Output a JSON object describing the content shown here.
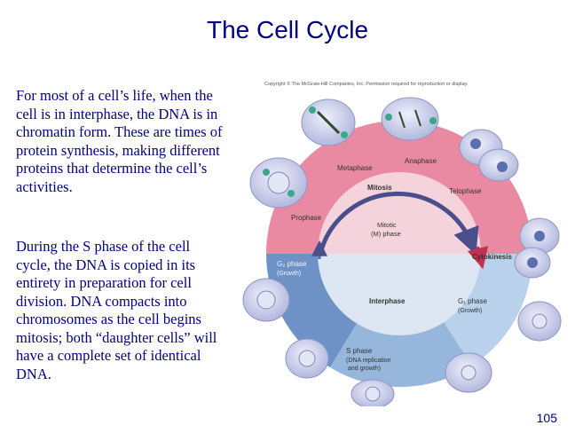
{
  "slide": {
    "title": "The Cell Cycle",
    "paragraph_1": "For most of a cell’s life, when the cell is in interphase, the DNA is in chromatin form. These are times of protein synthesis, making different proteins that determine the cell’s activities.",
    "paragraph_2": "During the S phase of the cell cycle, the DNA is copied in its entirety in preparation for cell division. DNA compacts into chromosomes as the cell begins mitosis; both “daughter cells” will have a complete set of identical DNA.",
    "page_number": "105"
  },
  "diagram": {
    "copyright": "Copyright © The McGraw-Hill Companies, Inc. Permission required for reproduction or display.",
    "labels": {
      "metaphase": "Metaphase",
      "anaphase": "Anaphase",
      "telophase": "Telophase",
      "prophase": "Prophase",
      "mitosis": "Mitosis",
      "mitotic_line1": "Mitotic",
      "mitotic_line2": "(M) phase",
      "cytokinesis": "Cytokinesis",
      "interphase": "Interphase",
      "g2_line1": "G₂ phase",
      "g2_line2": "(Growth)",
      "g1_line1": "G₁ phase",
      "g1_line2": "(Growth)",
      "s_line1": "S phase",
      "s_line2": "(DNA replication",
      "s_line3": "and growth)"
    },
    "colors": {
      "mitosis_ring": "#e98aa2",
      "mitotic_inner": "#f4d3dc",
      "g2_segment": "#6f92c6",
      "s_segment": "#97b6dc",
      "g1_segment": "#b9d1ea",
      "interphase_inner": "#dde7f3",
      "arrow_dark": "#4a4f8c",
      "cell_fill": "#c8cde8",
      "text": "#000080"
    }
  }
}
